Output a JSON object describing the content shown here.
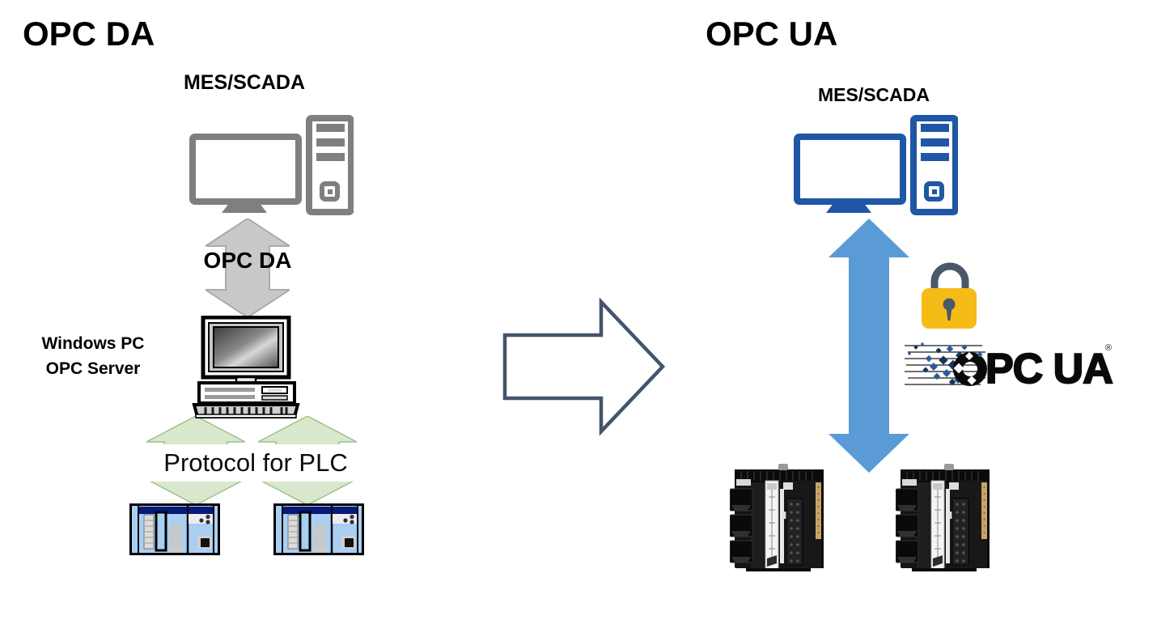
{
  "colors": {
    "background": "#FFFFFF",
    "title_text": "#000000",
    "gray_icon": "#7F7F7F",
    "gray_arrow_fill": "#C9C9C9",
    "gray_arrow_stroke": "#ABABAB",
    "green_arrow_fill": "#D8E8CC",
    "green_arrow_stroke": "#A3BD8E",
    "blue_icon": "#2056A6",
    "blue_arrow_fill": "#5B9BD5",
    "transition_arrow_stroke": "#44546A",
    "lock_body": "#F5BB17",
    "lock_shackle": "#47596A",
    "plc_body_blue": "#A9CFF2",
    "plc_navy": "#0A1877",
    "logo_black": "#0A0A0A",
    "logo_navy": "#2A5B9C",
    "logo_navy_dark": "#16365C",
    "module_body": "#141414"
  },
  "left_diagram": {
    "title": "OPC DA",
    "mes_label": "MES/SCADA",
    "arrow_label": "OPC DA",
    "server_label": [
      "Windows PC",
      "OPC Server"
    ],
    "protocol_label": "Protocol for PLC"
  },
  "right_diagram": {
    "title": "OPC UA",
    "mes_label": "MES/SCADA",
    "logo_text": "PC UA",
    "logo_reg": "®"
  },
  "icons": {
    "left_computer": "gray-desktop-computer-icon",
    "left_server": "legacy-windows-pc-icon",
    "left_arrow": "gray-double-arrow-icon",
    "left_protocol_arrows": "green-double-arrow-icon",
    "left_plc": "plc-rack-icon",
    "transition": "right-block-arrow-icon",
    "right_computer": "blue-desktop-computer-icon",
    "right_arrow": "blue-double-arrow-icon",
    "lock": "padlock-icon",
    "logo": "opc-ua-logo",
    "right_plc": "plc-controller-module-icon"
  }
}
